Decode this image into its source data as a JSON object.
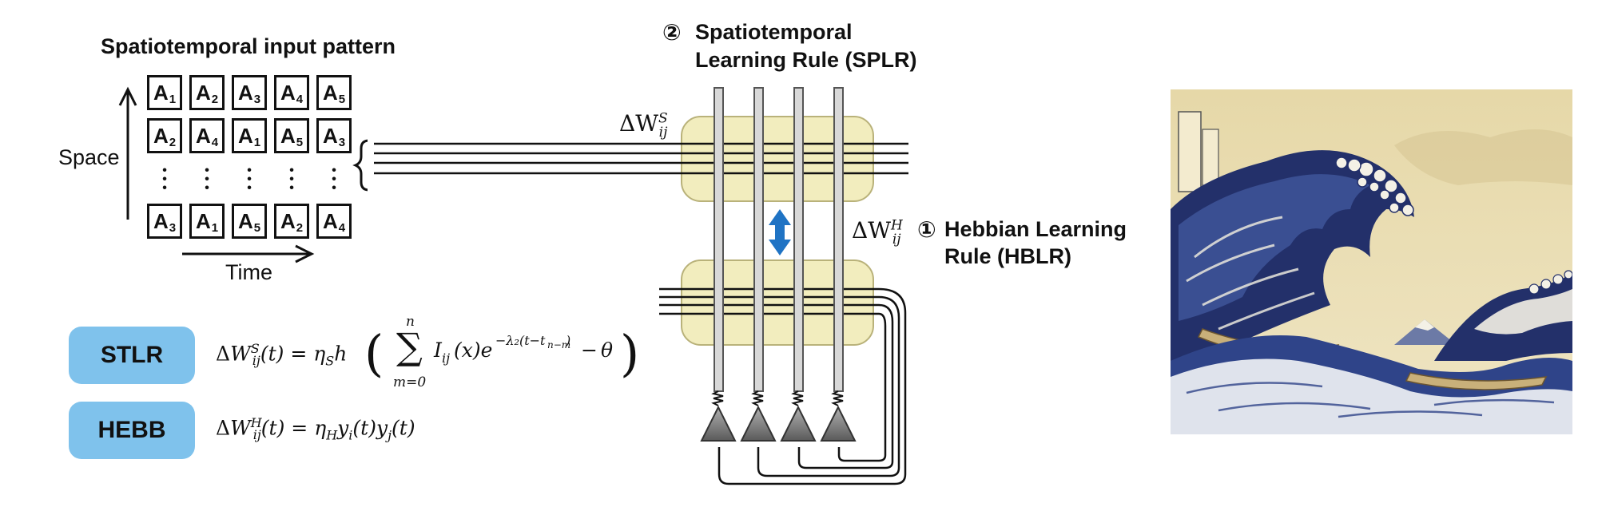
{
  "input_pattern": {
    "title": "Spatiotemporal input pattern",
    "space_label": "Space",
    "time_label": "Time",
    "rows": [
      [
        "1",
        "2",
        "3",
        "4",
        "5"
      ],
      [
        "2",
        "4",
        "1",
        "5",
        "3"
      ],
      [
        "3",
        "1",
        "5",
        "2",
        "4"
      ]
    ],
    "cell_letter": "A"
  },
  "splr": {
    "number": "②",
    "line1": "Spatiotemporal",
    "line2": "Learning Rule (SPLR)",
    "delta_symbol": "ΔW",
    "delta_sub": "ij",
    "delta_sup": "S"
  },
  "hblr": {
    "number": "①",
    "line1": "Hebbian Learning",
    "line2": "Rule (HBLR)",
    "delta_symbol": "ΔW",
    "delta_sub": "ij",
    "delta_sup": "H"
  },
  "equations": {
    "stlr_label": "STLR",
    "hebb_label": "HEBB",
    "stlr_lhs": "ΔW",
    "hebb_lhs": "ΔW"
  },
  "colors": {
    "pill": "#7fc2ec",
    "synapse_box": "#f2edbe",
    "arrow": "#1f73c4"
  }
}
